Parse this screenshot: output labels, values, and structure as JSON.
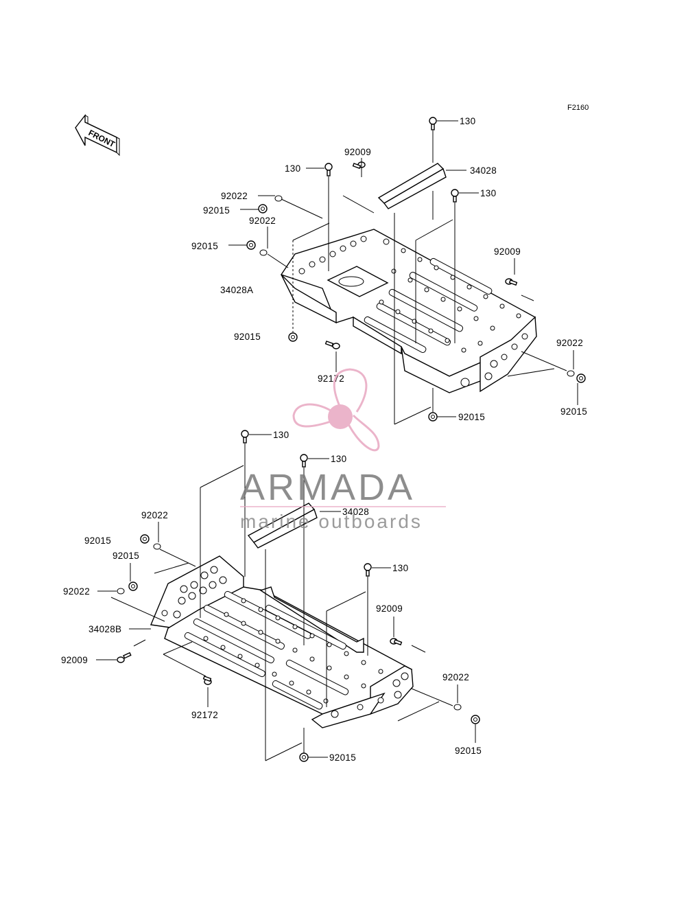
{
  "figure_code": "F2160",
  "front_label": "FRONT",
  "watermark": {
    "brand": "ARMADA",
    "tagline": "marine outboards",
    "color_primary": "#e8a7c1",
    "color_text": "#7a7a7a"
  },
  "labels": {
    "upper": [
      {
        "id": "u-130-a",
        "text": "130"
      },
      {
        "id": "u-34028",
        "text": "34028"
      },
      {
        "id": "u-92009-a",
        "text": "92009"
      },
      {
        "id": "u-130-b",
        "text": "130"
      },
      {
        "id": "u-130-c",
        "text": "130"
      },
      {
        "id": "u-92022-a",
        "text": "92022"
      },
      {
        "id": "u-92015-a",
        "text": "92015"
      },
      {
        "id": "u-92022-b",
        "text": "92022"
      },
      {
        "id": "u-92015-b",
        "text": "92015"
      },
      {
        "id": "u-92009-b",
        "text": "92009"
      },
      {
        "id": "u-34028A",
        "text": "34028A"
      },
      {
        "id": "u-92015-c",
        "text": "92015"
      },
      {
        "id": "u-92172",
        "text": "92172"
      },
      {
        "id": "u-92022-c",
        "text": "92022"
      },
      {
        "id": "u-92015-d",
        "text": "92015"
      },
      {
        "id": "u-92015-e",
        "text": "92015"
      }
    ],
    "lower": [
      {
        "id": "l-130-a",
        "text": "130"
      },
      {
        "id": "l-130-b",
        "text": "130"
      },
      {
        "id": "l-92022-a",
        "text": "92022"
      },
      {
        "id": "l-34028",
        "text": "34028"
      },
      {
        "id": "l-92015-a",
        "text": "92015"
      },
      {
        "id": "l-92015-b",
        "text": "92015"
      },
      {
        "id": "l-130-c",
        "text": "130"
      },
      {
        "id": "l-92022-b",
        "text": "92022"
      },
      {
        "id": "l-92009-a",
        "text": "92009"
      },
      {
        "id": "l-34028B",
        "text": "34028B"
      },
      {
        "id": "l-92009-b",
        "text": "92009"
      },
      {
        "id": "l-92022-c",
        "text": "92022"
      },
      {
        "id": "l-92172",
        "text": "92172"
      },
      {
        "id": "l-92015-c",
        "text": "92015"
      },
      {
        "id": "l-92015-d",
        "text": "92015"
      }
    ]
  }
}
